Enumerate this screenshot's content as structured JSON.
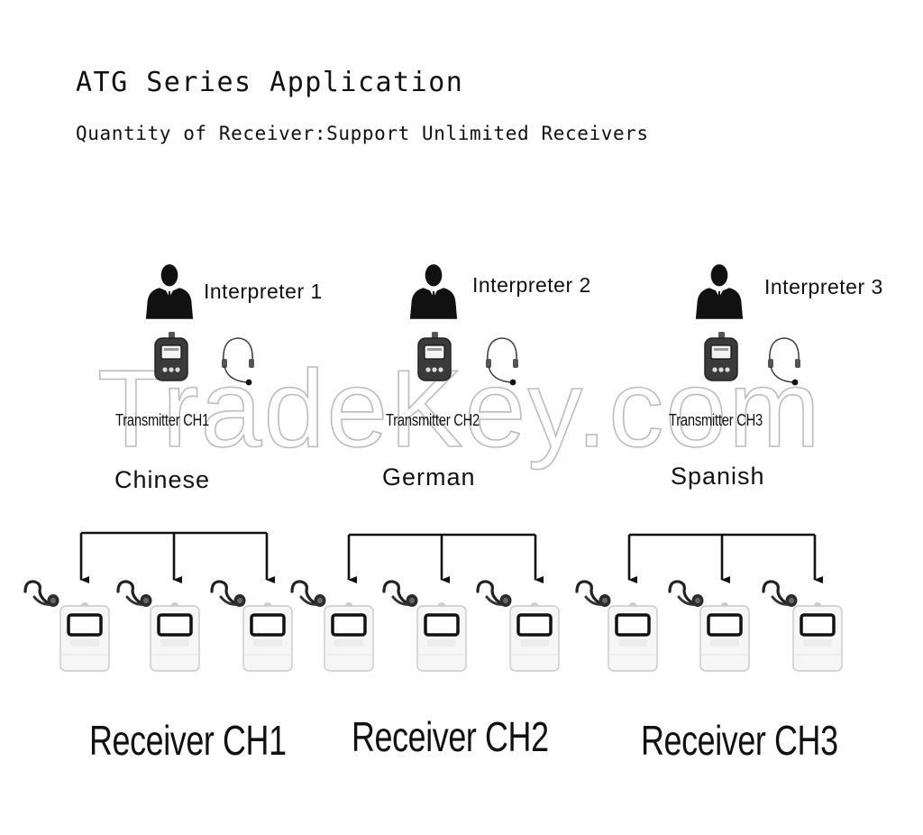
{
  "header": {
    "title": "ATG Series Application",
    "subtitle": "Quantity of Receiver:Support Unlimited Receivers"
  },
  "watermark": "TradeKey.com",
  "groups": [
    {
      "interpreter": "Interpreter 1",
      "transmitter": "Transmitter CH1",
      "language": "Chinese",
      "receiver": "Receiver CH1"
    },
    {
      "interpreter": "Interpreter 2",
      "transmitter": "Transmitter CH2",
      "language": "German",
      "receiver": "Receiver CH2"
    },
    {
      "interpreter": "Interpreter 3",
      "transmitter": "Transmitter CH3",
      "language": "Spanish",
      "receiver": "Receiver CH3"
    }
  ],
  "icons": {
    "person": "person-in-suit-icon",
    "transmitter": "transmitter-device-icon",
    "headset": "headset-microphone-icon",
    "earhook": "earhook-earphone-icon",
    "receiver": "receiver-device-icon"
  }
}
